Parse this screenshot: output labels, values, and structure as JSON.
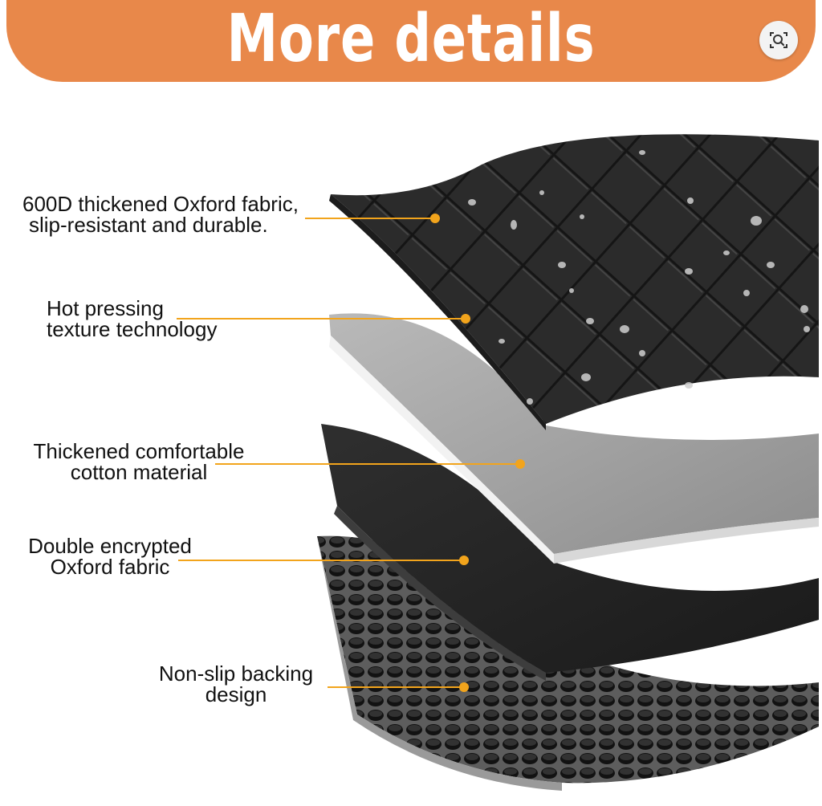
{
  "banner": {
    "title": "More details"
  },
  "icons": {
    "zoom": "zoom-search-icon"
  },
  "colors": {
    "banner": "#e8884a",
    "leader": "#f2a41c"
  },
  "layers": [
    {
      "line1": "600D thickened Oxford fabric,",
      "line2": "slip-resistant and durable."
    },
    {
      "line1": "Hot pressing",
      "line2": "texture technology"
    },
    {
      "line1": "Thickened comfortable",
      "line2": "cotton material"
    },
    {
      "line1": "Double encrypted",
      "line2": "Oxford fabric"
    },
    {
      "line1": "Non-slip backing",
      "line2": "design"
    }
  ]
}
